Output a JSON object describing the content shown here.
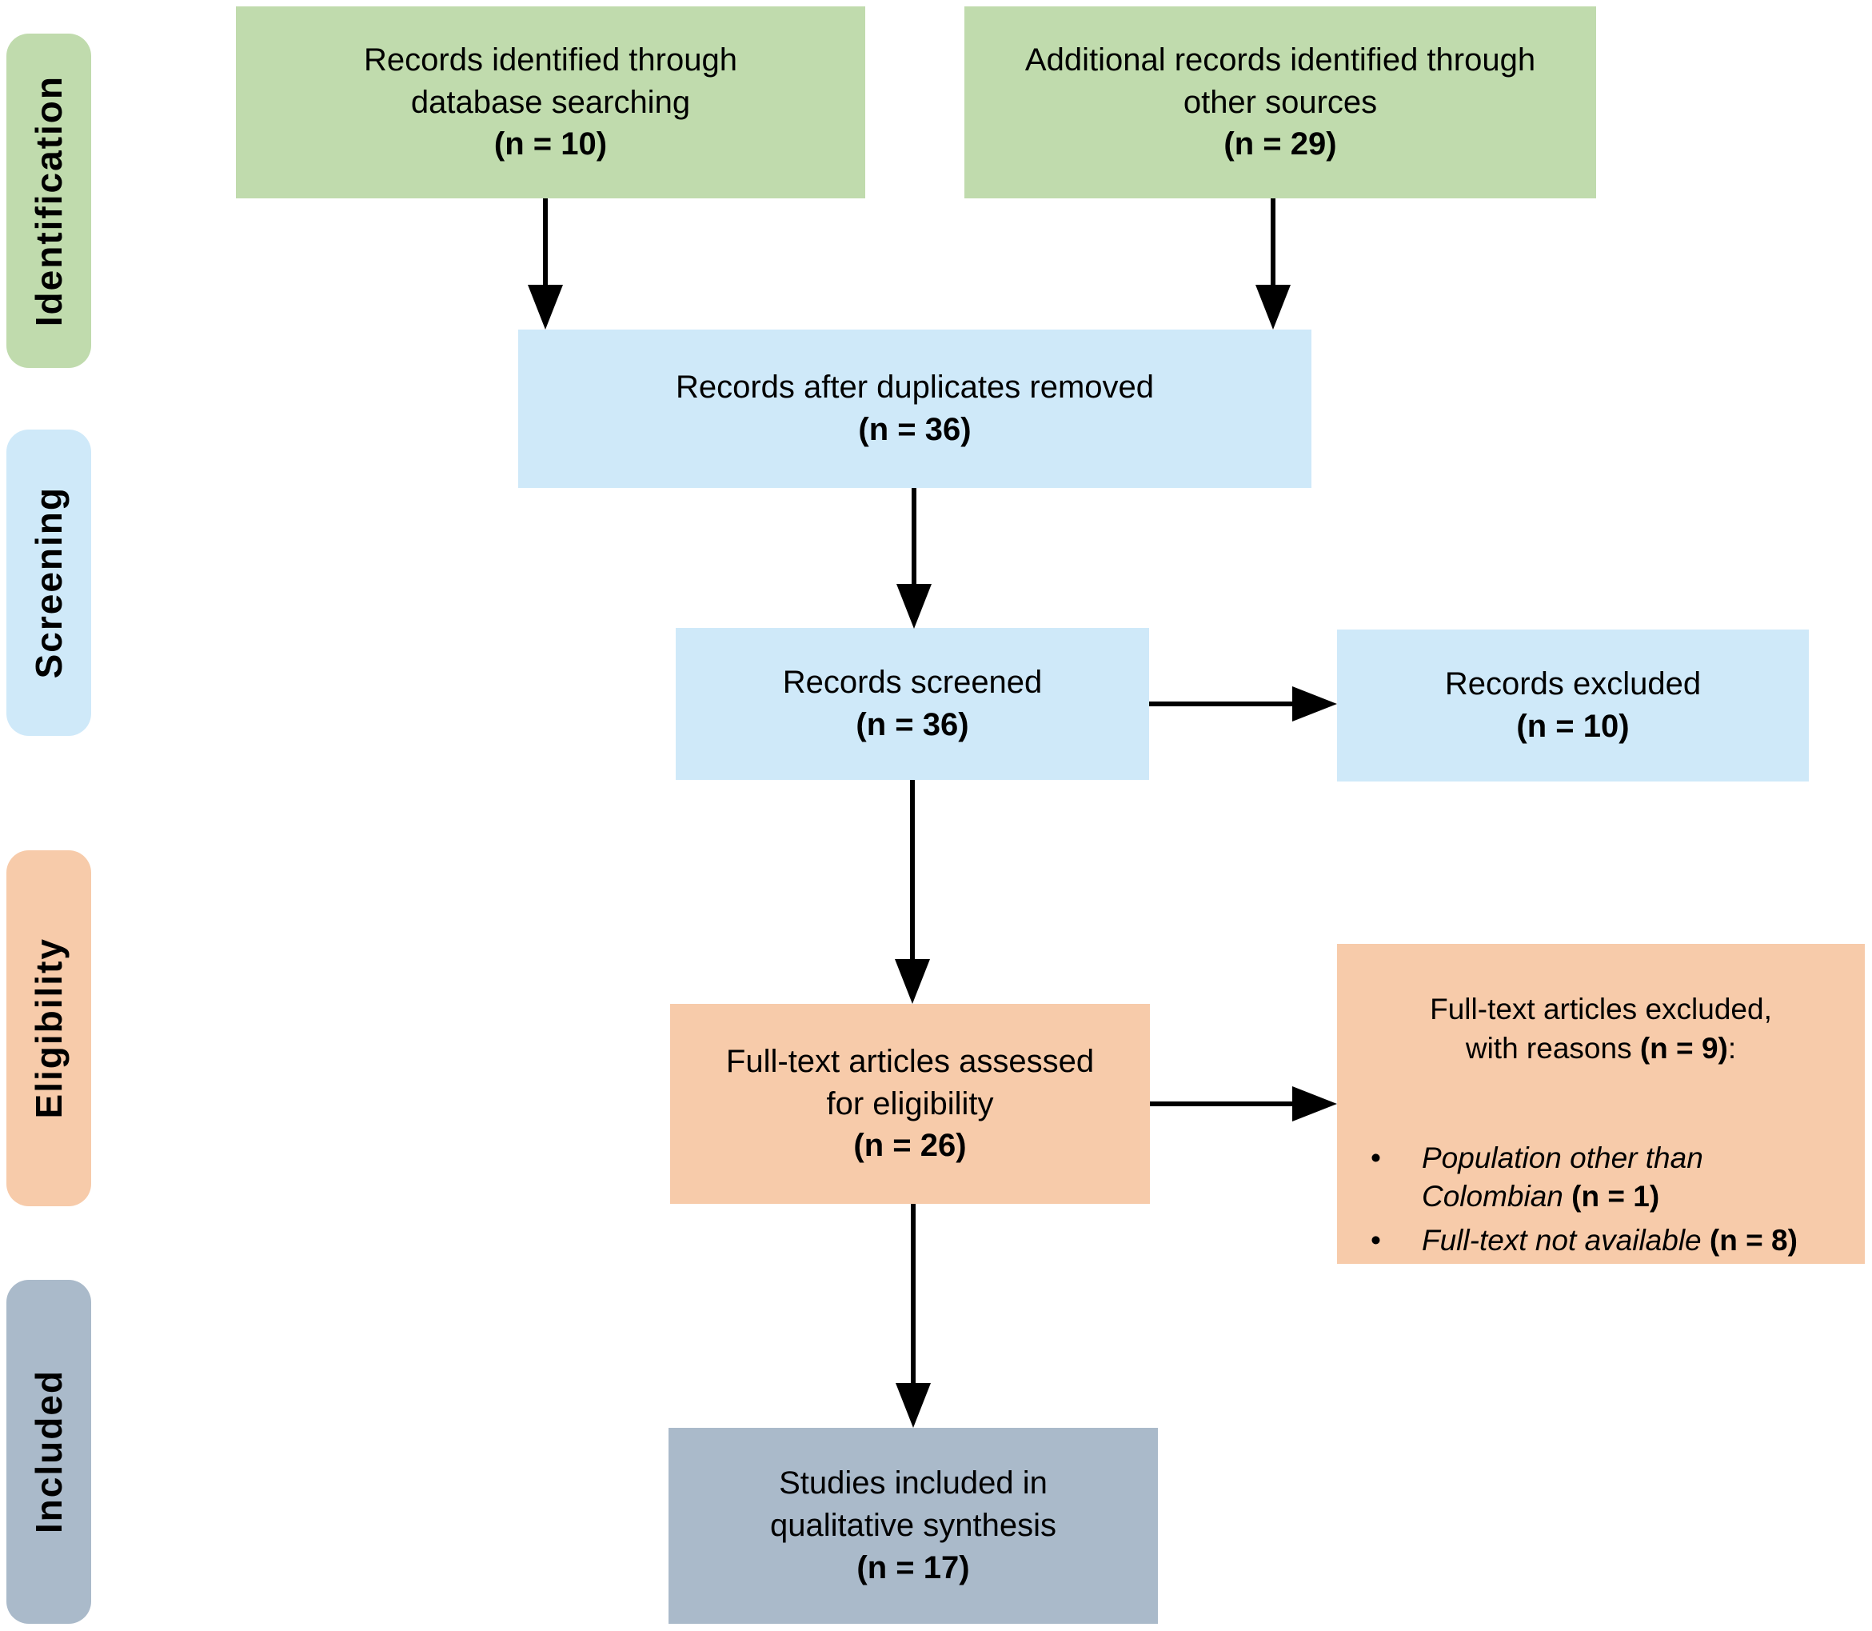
{
  "colors": {
    "identification_green": "#c0dbad",
    "screening_blue": "#cfe9f9",
    "eligibility_orange": "#f7cbaa",
    "included_gray": "#aabaca",
    "arrow_black": "#000000"
  },
  "sidebar": {
    "identification": "Identification",
    "screening": "Screening",
    "eligibility": "Eligibility",
    "included": "Included"
  },
  "nodes": {
    "records_identified": {
      "line1": "Records identified through",
      "line2": "database searching",
      "count": "(n = 10)"
    },
    "additional_records": {
      "line1": "Additional records identified through",
      "line2": "other sources",
      "count": "(n = 29)"
    },
    "duplicates_removed": {
      "line1": "Records after duplicates removed",
      "count": "(n = 36)"
    },
    "records_screened": {
      "line1": "Records screened",
      "count": "(n = 36)"
    },
    "records_excluded": {
      "line1": "Records excluded",
      "count": "(n = 10)"
    },
    "fulltext_assessed": {
      "line1": "Full-text articles assessed",
      "line2": "for eligibility",
      "count": "(n = 26)"
    },
    "fulltext_excluded": {
      "line1": "Full-text articles excluded,",
      "line2_pre": "with reasons ",
      "line2_count": "(n = 9)",
      "line2_post": ":",
      "bullets": [
        {
          "marker": "•",
          "line1": "Population other than",
          "line2": "Colombian ",
          "count": "(n = 1)"
        },
        {
          "marker": "•",
          "line1": "Full-text not available ",
          "count": "(n = 8)"
        }
      ]
    },
    "studies_included": {
      "line1": "Studies included in",
      "line2": "qualitative synthesis",
      "count": "(n = 17)"
    }
  }
}
